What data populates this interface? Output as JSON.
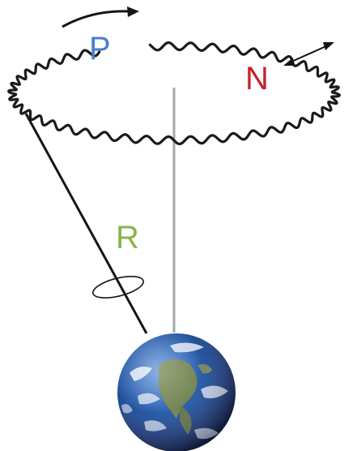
{
  "labels": {
    "precession": "P",
    "nutation": "N",
    "rotation": "R"
  },
  "colors": {
    "precession": "#4a7fc8",
    "nutation": "#c8202a",
    "rotation": "#8ab44a",
    "wave": "#1a1a1a",
    "axis": "#151515",
    "vertical_line": "#a7a7a7"
  }
}
